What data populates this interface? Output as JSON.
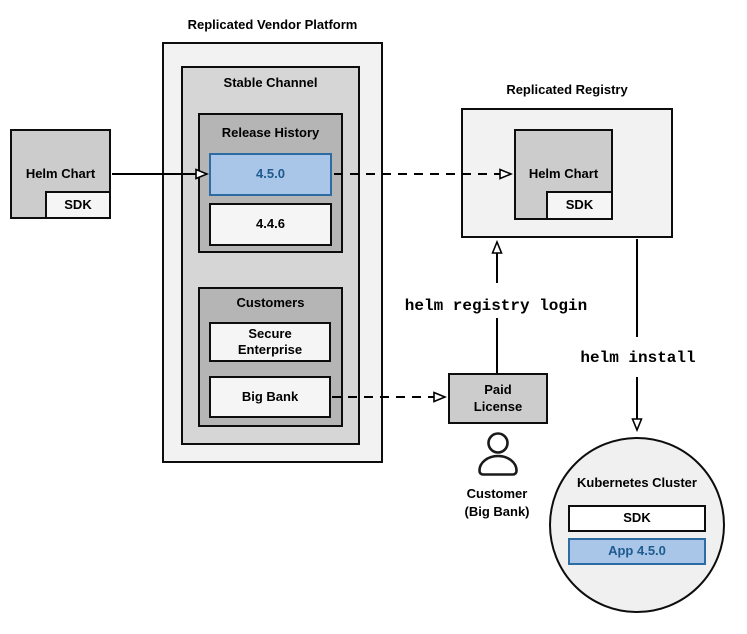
{
  "colors": {
    "blue_fill": "#A9C6E8",
    "blue_border": "#2D6CA2",
    "blue_text": "#1E5A8E",
    "box_border": "#0d0d0d"
  },
  "platform": {
    "title": "Replicated Vendor Platform",
    "channel": {
      "title": "Stable Channel",
      "release_history": {
        "title": "Release History",
        "versions": [
          {
            "label": "4.5.0",
            "highlight": true
          },
          {
            "label": "4.4.6",
            "highlight": false
          }
        ]
      },
      "customers": {
        "title": "Customers",
        "items": [
          "Secure Enterprise",
          "Big Bank"
        ]
      }
    }
  },
  "source_chart": {
    "title": "Helm Chart",
    "sdk": "SDK"
  },
  "registry": {
    "title": "Replicated Registry",
    "chart": {
      "title": "Helm Chart",
      "sdk": "SDK"
    }
  },
  "commands": {
    "login": "helm registry login",
    "install": "helm install"
  },
  "license": {
    "label": "Paid License"
  },
  "customer": {
    "line1": "Customer",
    "line2": "(Big Bank)"
  },
  "cluster": {
    "title": "Kubernetes Cluster",
    "sdk": "SDK",
    "app": "App 4.5.0"
  }
}
